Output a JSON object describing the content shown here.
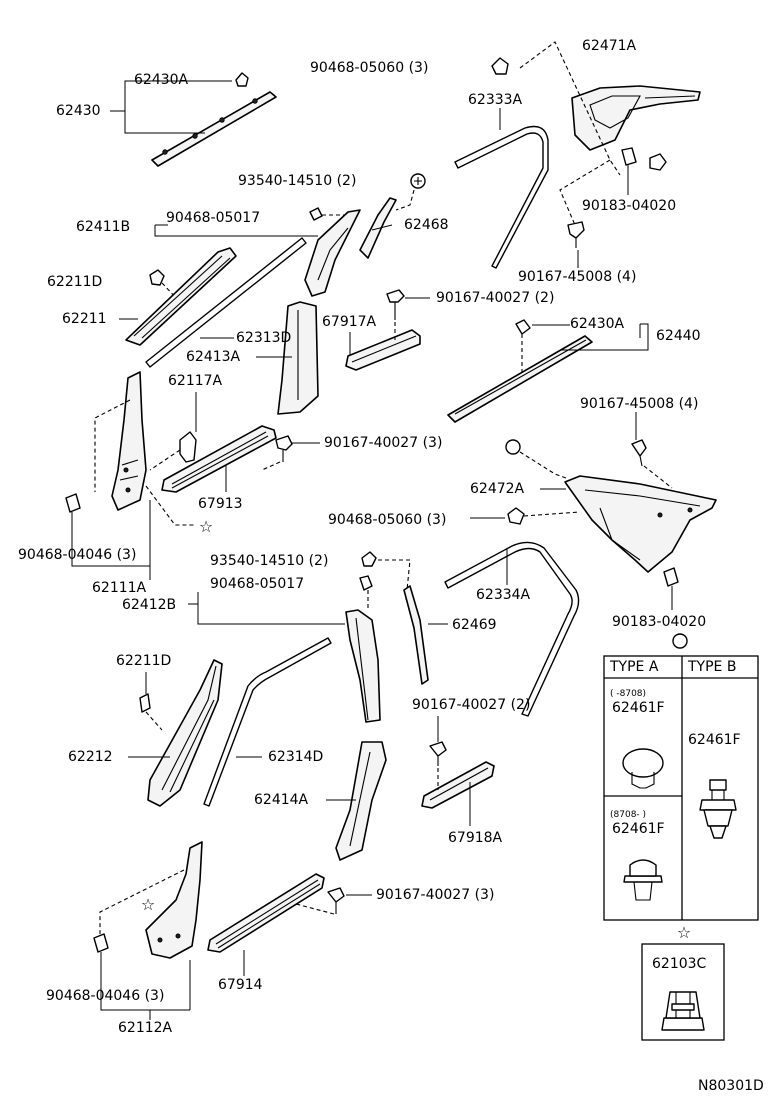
{
  "diagram": {
    "code": "N80301D",
    "labels": {
      "p62471A": "62471A",
      "p90468_05060_top": "90468-05060 (3)",
      "p62333A": "62333A",
      "p62430A_top": "62430A",
      "p62430": "62430",
      "p93540_top": "93540-14510 (2)",
      "p62468": "62468",
      "p90183_top": "90183-04020",
      "p62411B": "62411B",
      "p90468_05017_top": "90468-05017",
      "p90167_45008_top": "90167-45008 (4)",
      "p62211D_top": "62211D",
      "p90167_40027_a": "90167-40027 (2)",
      "p62211": "62211",
      "p62313D": "62313D",
      "p67917A": "67917A",
      "p62430A_mid": "62430A",
      "p62440": "62440",
      "p62413A": "62413A",
      "p62117A": "62117A",
      "p90167_45008_mid": "90167-45008 (4)",
      "p90167_40027_b": "90167-40027 (3)",
      "p62472A": "62472A",
      "p67913": "67913",
      "p90468_05060_mid": "90468-05060 (3)",
      "p90468_04046_a": "90468-04046 (3)",
      "p62111A": "62111A",
      "p93540_mid": "93540-14510 (2)",
      "p62334A": "62334A",
      "p90468_05017_mid": "90468-05017",
      "p62412B": "62412B",
      "p62469": "62469",
      "p90183_mid": "90183-04020",
      "p62211D_mid": "62211D",
      "p90167_40027_c": "90167-40027 (2)",
      "p62212": "62212",
      "p62314D": "62314D",
      "p62414A": "62414A",
      "p67918A": "67918A",
      "p90167_40027_d": "90167-40027 (3)",
      "p90468_04046_b": "90468-04046 (3)",
      "p67914": "67914",
      "p62112A": "62112A"
    },
    "table": {
      "type_a": "TYPE  A",
      "type_b": "TYPE  B",
      "date_upto": "(      -8708)",
      "date_from": "(8708-         )",
      "part_a1": "62461F",
      "part_a2": "62461F",
      "part_b": "62461F",
      "star_part": "62103C"
    },
    "star_symbol": "☆"
  }
}
